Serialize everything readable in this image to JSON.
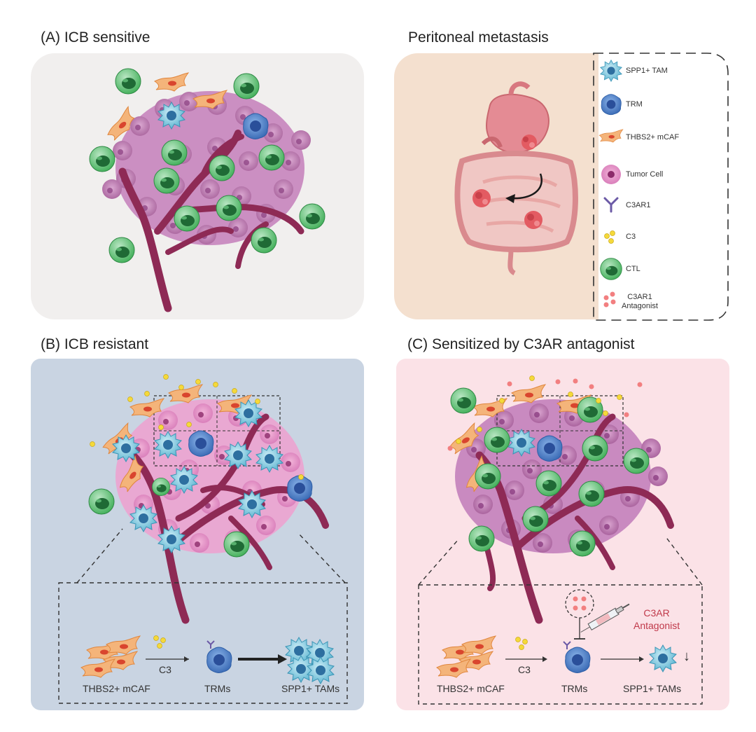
{
  "titles": {
    "a": "(A) ICB sensitive",
    "pm": "Peritoneal metastasis",
    "b": "(B) ICB resistant",
    "c": "(C) Sensitized by C3AR antagonist"
  },
  "legend": {
    "items": [
      {
        "label": "SPP1+ TAM",
        "icon": "spp1-tam-icon"
      },
      {
        "label": "TRM",
        "icon": "trm-icon"
      },
      {
        "label": "THBS2+ mCAF",
        "icon": "mcaf-icon"
      },
      {
        "label": "Tumor Cell",
        "icon": "tumor-cell-icon"
      },
      {
        "label": "C3AR1",
        "icon": "c3ar1-receptor-icon"
      },
      {
        "label": "C3",
        "icon": "c3-icon"
      },
      {
        "label": "CTL",
        "icon": "ctl-icon"
      },
      {
        "label": "C3AR1\nAntagonist",
        "icon": "antagonist-icon"
      }
    ]
  },
  "pathway_b": {
    "source": "THBS2+ mCAF",
    "mediator": "C3",
    "middle": "TRMs",
    "target": "SPP1+ TAMs"
  },
  "pathway_c": {
    "source": "THBS2+ mCAF",
    "mediator": "C3",
    "middle": "TRMs",
    "target": "SPP1+ TAMs",
    "inhibitor_line1": "C3AR",
    "inhibitor_line2": "Antagonist",
    "down_arrow": "↓"
  },
  "colors": {
    "ctl": "#3fae57",
    "tam": "#6ec3dc",
    "trm": "#4c7fc7",
    "vessel": "#8e2a55",
    "tumor": "#c480b8",
    "caf": "#ec8a3f",
    "c3": "#f2d22e",
    "antagonist": "#f07a7a"
  }
}
